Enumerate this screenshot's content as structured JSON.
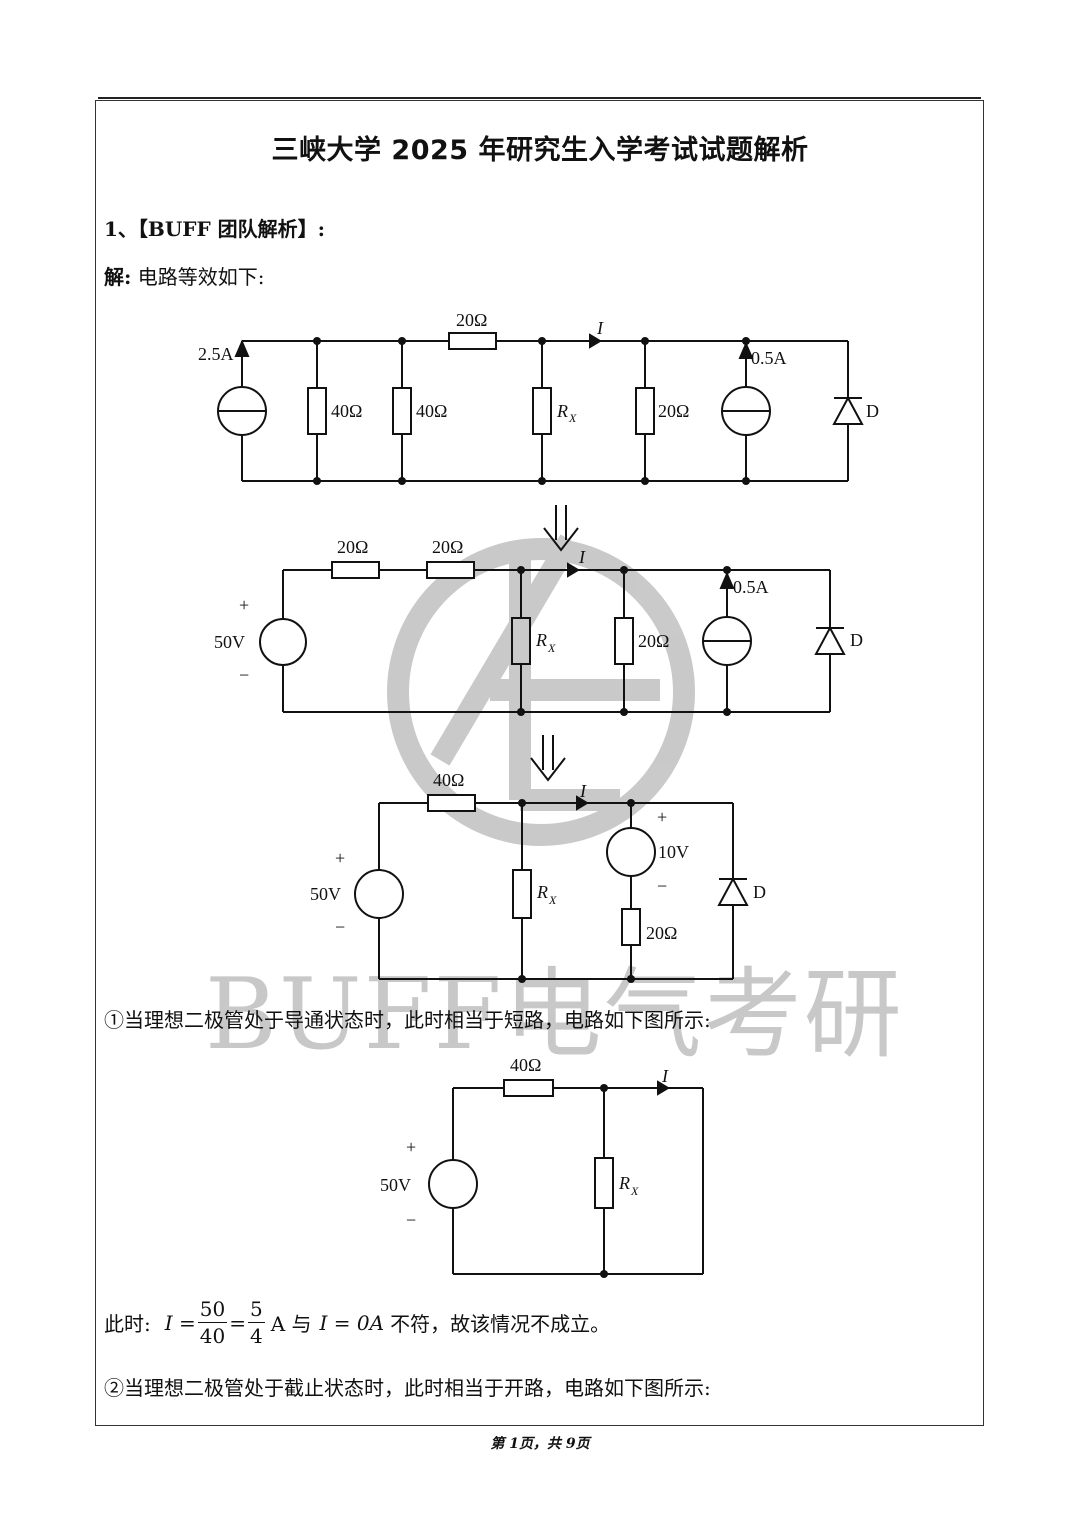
{
  "title": "三峡大学 2025 年研究生入学考试试题解析",
  "section": "1、【BUFF 团队解析】:",
  "solution_label": "解:",
  "solution_intro": "电路等效如下:",
  "circuit1": {
    "source_current": "2.5A",
    "r1": "40Ω",
    "r2": "40Ω",
    "r_series": "20Ω",
    "rx": "R",
    "rx_sub": "X",
    "current_label": "I",
    "r3": "20Ω",
    "source2_current": "0.5A",
    "diode": "D"
  },
  "circuit2": {
    "r_a": "20Ω",
    "r_b": "20Ω",
    "plus": "+",
    "voltage": "50V",
    "minus": "−",
    "rx": "R",
    "rx_sub": "X",
    "current_label": "I",
    "r3": "20Ω",
    "source2_current": "0.5A",
    "diode": "D"
  },
  "circuit3": {
    "r_series": "40Ω",
    "plus": "+",
    "voltage": "50V",
    "minus": "−",
    "rx": "R",
    "rx_sub": "X",
    "current_label": "I",
    "v2_plus": "+",
    "voltage2": "10V",
    "v2_minus": "−",
    "r3": "20Ω",
    "diode": "D"
  },
  "watermark_text": "BUFF电气考研",
  "case1_text": "①当理想二极管处于导通状态时，此时相当于短路，电路如下图所示:",
  "circuit4": {
    "r_series": "40Ω",
    "plus": "+",
    "voltage": "50V",
    "minus": "−",
    "rx": "R",
    "rx_sub": "X",
    "current_label": "I"
  },
  "equation": {
    "prefix": "此时:",
    "lhs": "I =",
    "frac1_num": "50",
    "frac1_den": "40",
    "eq": "=",
    "frac2_num": "5",
    "frac2_den": "4",
    "unit": "A 与",
    "rhs": "I = 0A",
    "suffix": "不符，故该情况不成立。"
  },
  "case2_text": "②当理想二极管处于截止状态时，此时相当于开路，电路如下图所示:",
  "footer": "第 1页，共 9页"
}
